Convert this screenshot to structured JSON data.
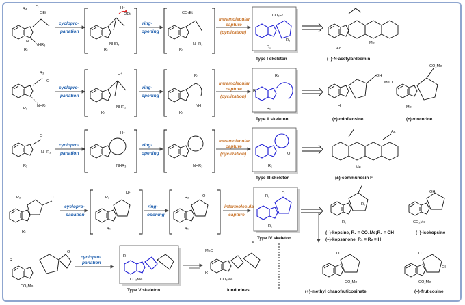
{
  "rows": [
    {
      "id": "row1",
      "steps": [
        {
          "label_top": "cyclopro-",
          "label_bottom": "panation",
          "color": "#1f5fae"
        },
        {
          "label_top": "ring-",
          "label_bottom": "opening",
          "color": "#1f5fae"
        },
        {
          "label_top": "intramolecular",
          "label_mid": "capture",
          "label_bottom": "(cyclization)",
          "color": "#c8732a"
        }
      ],
      "skeleton": "Type I skeleton",
      "products": [
        "(–)-N-acetylardeemin"
      ]
    },
    {
      "id": "row2",
      "steps": [
        {
          "label_top": "cyclopro-",
          "label_bottom": "panation",
          "color": "#1f5fae"
        },
        {
          "label_top": "ring-",
          "label_bottom": "opening",
          "color": "#1f5fae"
        },
        {
          "label_top": "intramolecular",
          "label_mid": "capture",
          "label_bottom": "(cyclization)",
          "color": "#c8732a"
        }
      ],
      "skeleton": "Type II skeleton",
      "products": [
        "(±)-minfiensine",
        "(±)-vincorine"
      ]
    },
    {
      "id": "row3",
      "steps": [
        {
          "label_top": "cyclopro-",
          "label_bottom": "panation",
          "color": "#1f5fae"
        },
        {
          "label_top": "ring-",
          "label_bottom": "opening",
          "color": "#1f5fae"
        },
        {
          "label_top": "intramolecular",
          "label_mid": "capture",
          "label_bottom": "(cyclization)",
          "color": "#c8732a"
        }
      ],
      "skeleton": "Type III skeleton",
      "products": [
        "(±)-communesin F"
      ]
    },
    {
      "id": "row4",
      "steps": [
        {
          "label_top": "cyclopro-",
          "label_bottom": "panation",
          "color": "#1f5fae"
        },
        {
          "label_top": "ring-",
          "label_bottom": "opening",
          "color": "#1f5fae"
        },
        {
          "label_top": "intermolecular",
          "label_bottom": "capture",
          "color": "#1f5fae"
        }
      ],
      "skeleton": "Type IV skeleton",
      "products": [
        "(–)-kopsine, R₁ = CO₂Me;R₂ = OH",
        "(–)-kopsanone, R₁ = R₂ = H",
        "(–)-isokopsine",
        "(+)-methyl chanofruticosinate",
        "(–)-fruticosine"
      ]
    },
    {
      "id": "row5",
      "steps": [
        {
          "label_top": "cyclopro-",
          "label_bottom": "panation",
          "color": "#1f5fae"
        }
      ],
      "skeleton": "Type V skeleton",
      "products": [
        "lundurines"
      ]
    }
  ],
  "atom_labels": {
    "r4": "R₄",
    "oet": "OEt",
    "co2et": "CO₂Et",
    "r1": "R₁",
    "r2": "R₂",
    "r3": "R₃",
    "nhr3": "NHR₃",
    "nhr2": "NHR₂",
    "hplus": "H⁺",
    "n": "N",
    "o": "O",
    "co2me": "CO₂Me",
    "meo": "MeO",
    "ac": "Ac",
    "me": "Me",
    "r": "R",
    "x": "X",
    "h": "H",
    "n_ac": "N-",
    "n_ac2": "acetylardeemin",
    "oh": "OH",
    "nh": "NH",
    "one": "1",
    "two": "2"
  },
  "colors": {
    "step_blue": "#1f5fae",
    "step_orange": "#c8732a",
    "skeleton_blue": "#2323d6",
    "frame": "#8fa6cf",
    "curved_arrow": "#d22222"
  }
}
